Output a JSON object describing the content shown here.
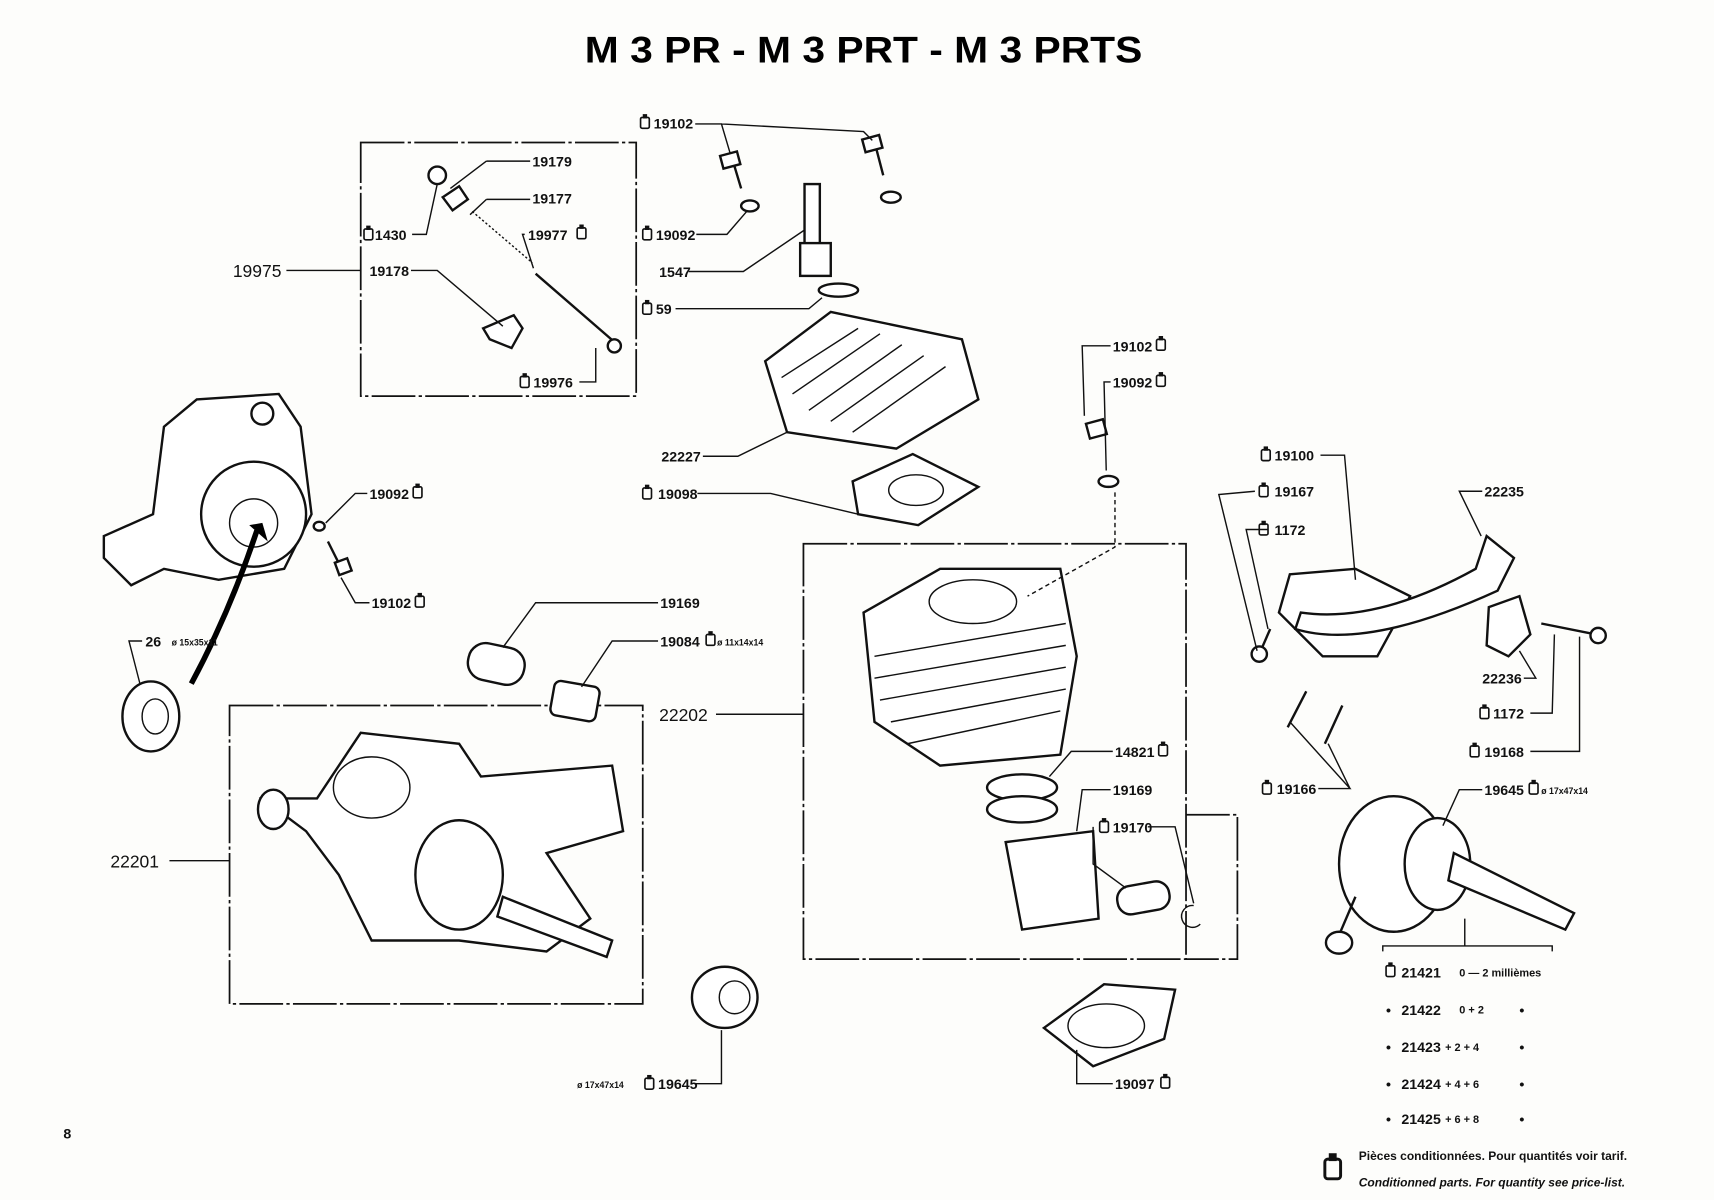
{
  "title": "M 3 PR  -  M 3 PRT  -  M 3 PRTS",
  "page_number": "8",
  "icons": {
    "packaged_part": "packaged-part-icon"
  },
  "labels": {
    "p19102_top": "19102",
    "p19179": "19179",
    "p19177": "19177",
    "p1430": "1430",
    "p19977": "19977",
    "p19975": "19975",
    "p19178": "19178",
    "p19976": "19976",
    "p19092_top": "19092",
    "p1547": "1547",
    "p59": "59",
    "p22227": "22227",
    "p19098": "19098",
    "p19102_mid": "19102",
    "p19092_mid": "19092",
    "p19092_left": "19092",
    "p19102_left": "19102",
    "p26": "26",
    "p26_dim": "ø 15x35x11",
    "p19169_top": "19169",
    "p19084": "19084",
    "p19084_dim": "ø 11x14x14",
    "p22202": "22202",
    "p22201": "22201",
    "p14821": "14821",
    "p19169_mid": "19169",
    "p19170": "19170",
    "p19100": "19100",
    "p19167": "19167",
    "p1172_a": "1172",
    "p22235": "22235",
    "p22236": "22236",
    "p1172_b": "1172",
    "p19168": "19168",
    "p19166": "19166",
    "p19645_right": "19645",
    "p19645_right_dim": "ø 17x47x14",
    "p19097": "19097",
    "p19645_bottom": "19645",
    "p19645_bottom_dim": "ø 17x47x14"
  },
  "crankshaft_table": [
    {
      "ref": "21421",
      "tolerance": "0 — 2 millièmes",
      "mark": ""
    },
    {
      "ref": "21422",
      "tolerance": "0 + 2",
      "mark": "•"
    },
    {
      "ref": "21423",
      "tolerance": "+ 2 + 4",
      "mark": "•"
    },
    {
      "ref": "21424",
      "tolerance": "+ 4 + 6",
      "mark": "•"
    },
    {
      "ref": "21425",
      "tolerance": "+ 6 + 8",
      "mark": "•"
    }
  ],
  "footer": {
    "note_fr": "Pièces conditionnées. Pour quantités voir tarif.",
    "note_en": "Conditionned parts. For quantity see price-list."
  }
}
